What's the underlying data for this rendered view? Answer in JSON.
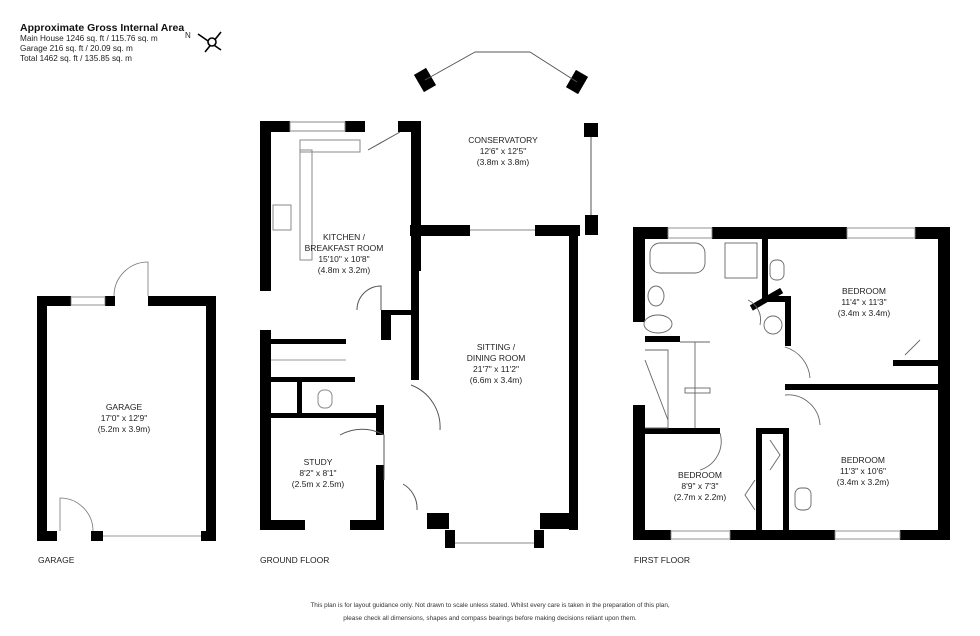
{
  "header": {
    "title": "Approximate Gross Internal Area",
    "lines": [
      "Main House  1246 sq. ft / 115.76 sq. m",
      "Garage 216 sq. ft / 20.09 sq. m",
      "Total 1462 sq. ft / 135.85 sq. m"
    ],
    "compass_label": "N"
  },
  "rooms": {
    "conservatory": {
      "name": "CONSERVATORY",
      "imperial": "12'6\" x 12'5\"",
      "metric": "(3.8m x 3.8m)"
    },
    "kitchen": {
      "name1": "KITCHEN /",
      "name2": "BREAKFAST ROOM",
      "imperial": "15'10\" x 10'8\"",
      "metric": "(4.8m x 3.2m)"
    },
    "sitting": {
      "name1": "SITTING /",
      "name2": "DINING ROOM",
      "imperial": "21'7\" x 11'2\"",
      "metric": "(6.6m x 3.4m)"
    },
    "garage": {
      "name": "GARAGE",
      "imperial": "17'0\" x 12'9\"",
      "metric": "(5.2m x 3.9m)"
    },
    "study": {
      "name": "STUDY",
      "imperial": "8'2\" x 8'1\"",
      "metric": "(2.5m x 2.5m)"
    },
    "bedroom1": {
      "name": "BEDROOM",
      "imperial": "11'4\" x 11'3\"",
      "metric": "(3.4m x 3.4m)"
    },
    "bedroom2": {
      "name": "BEDROOM",
      "imperial": "11'3\" x 10'6\"",
      "metric": "(3.4m x 3.2m)"
    },
    "bedroom3": {
      "name": "BEDROOM",
      "imperial": "8'9\" x 7'3\"",
      "metric": "(2.7m x 2.2m)"
    }
  },
  "floors": {
    "garage": "GARAGE",
    "ground": "GROUND FLOOR",
    "first": "FIRST FLOOR"
  },
  "disclaimer": {
    "line1": "This plan is for layout guidance only.  Not drawn to scale unless stated. Whilst every care is taken in the preparation of this plan,",
    "line2": "please check all dimensions, shapes and compass bearings before making decisions reliant upon them."
  }
}
